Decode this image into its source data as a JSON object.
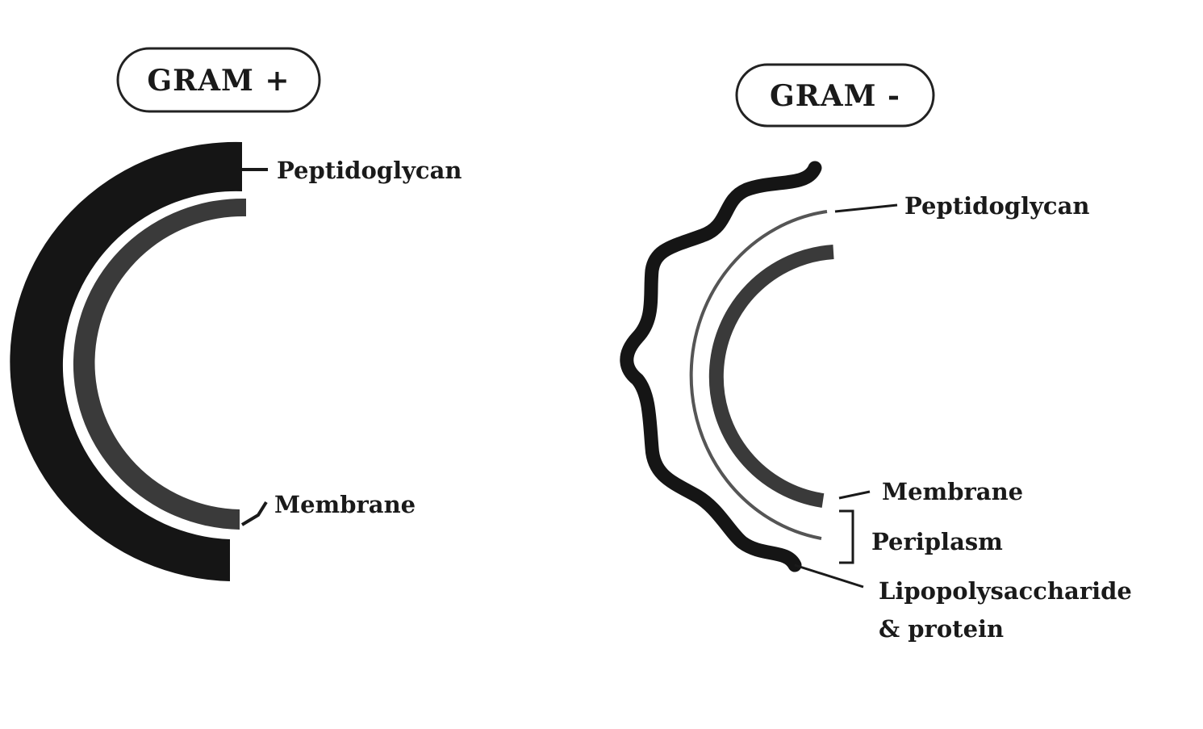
{
  "gram_positive": {
    "title": "GRAM +",
    "labels": {
      "peptidoglycan": "Peptidoglycan",
      "membrane": "Membrane"
    }
  },
  "gram_negative": {
    "title": "GRAM -",
    "labels": {
      "peptidoglycan": "Peptidoglycan",
      "membrane": "Membrane",
      "periplasm": "Periplasm",
      "lps_line1": "Lipopolysaccharide",
      "lps_line2": "& protein"
    }
  },
  "colors": {
    "thick_wall": "#151515",
    "membrane": "#3a3a3a",
    "thin_peptidoglycan": "#555555",
    "background": "#ffffff"
  }
}
